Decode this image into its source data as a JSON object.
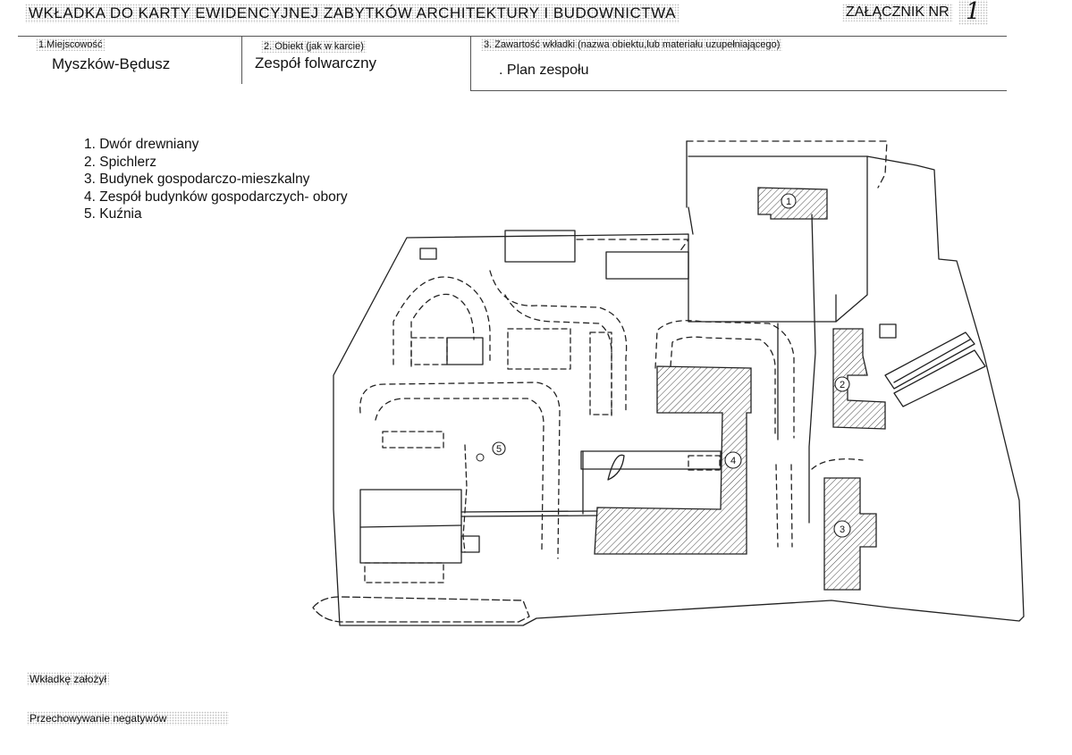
{
  "header": {
    "title": "WKŁADKA DO KARTY EWIDENCYJNEJ ZABYTKÓW ARCHITEKTURY I BUDOWNICTWA",
    "annex_label": "ZAŁĄCZNIK NR",
    "annex_number": "1"
  },
  "fields": {
    "location": {
      "label": "1.Miejscowość",
      "value": "Myszków-Będusz"
    },
    "object": {
      "label": "2. Obiekt (jak w karcie)",
      "value": "Zespół folwarczny"
    },
    "content": {
      "label": "3. Zawartość wkładki (nazwa obiektu,lub materiału uzupełniającego)",
      "value": ". Plan zespołu"
    }
  },
  "legend": [
    "1. Dwór drewniany",
    "2. Spichlerz",
    "3. Budynek gospodarczo-mieszkalny",
    "4. Zespół budynków gospodarczych- obory",
    "5. Kuźnia"
  ],
  "plan_markers": [
    "1",
    "2",
    "3",
    "4",
    "5"
  ],
  "footer": {
    "founded_by": "Wkładkę założył",
    "negatives": "Przechowywanie negatywów"
  }
}
